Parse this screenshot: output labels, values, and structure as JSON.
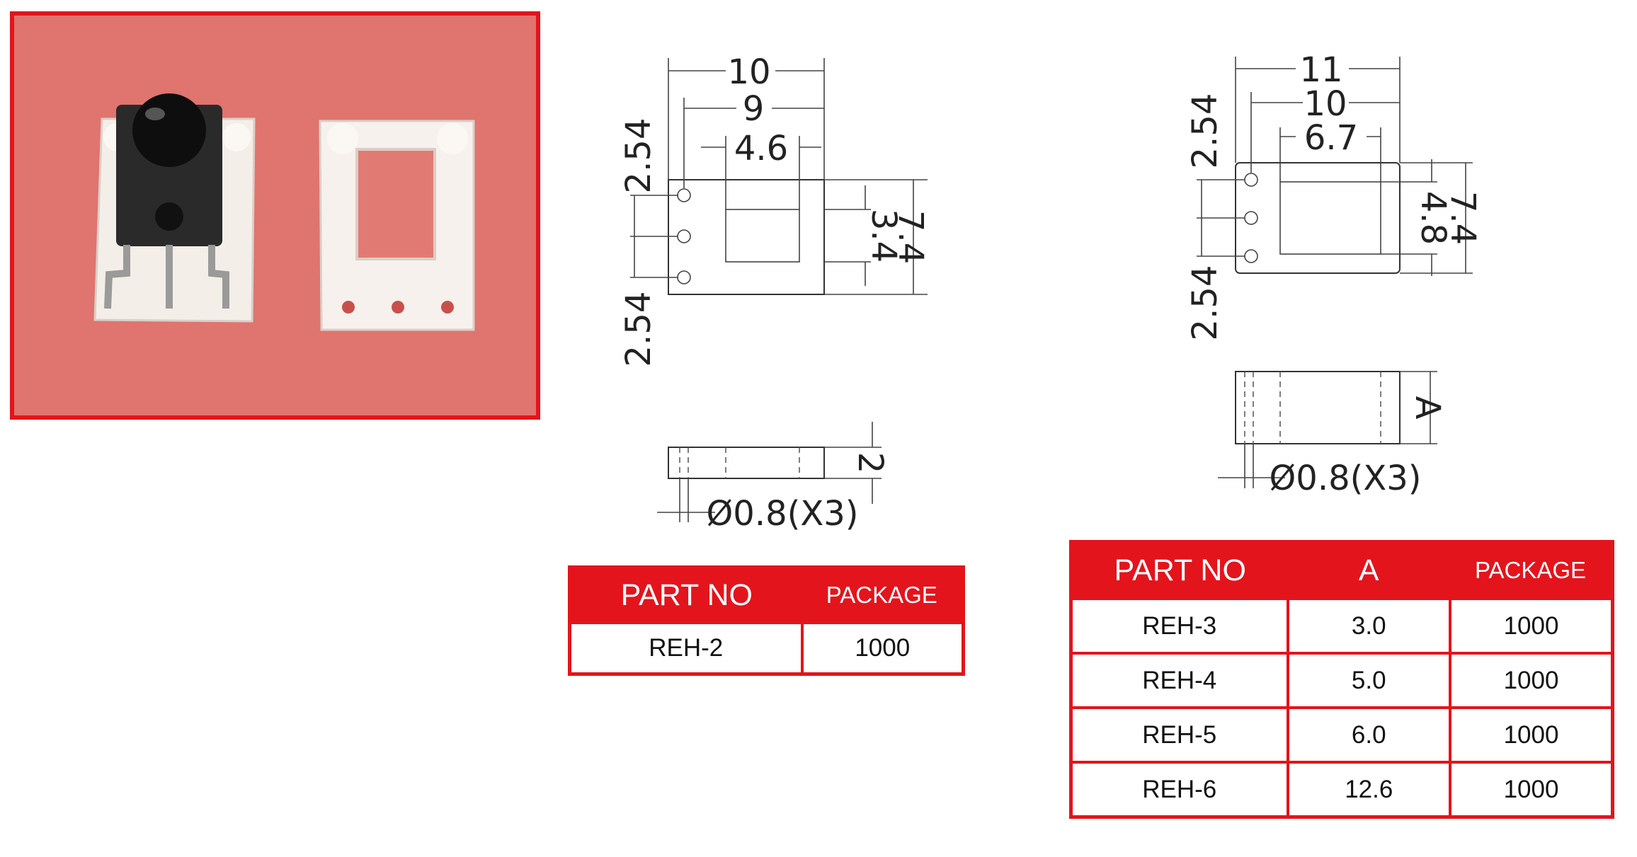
{
  "photo": {
    "border_color": "#e3141c",
    "background_color": "#e0746f",
    "description_icon": "photo-led-spacer-icon"
  },
  "drawing_left": {
    "dims_top": [
      "10",
      "9",
      "4.6"
    ],
    "dims_left": [
      "2.54",
      "2.54"
    ],
    "dims_right": [
      "3.4",
      "7.4"
    ],
    "side_height": "2",
    "hole_note": "Ø0.8(X3)"
  },
  "drawing_right": {
    "dims_top": [
      "11",
      "10",
      "6.7"
    ],
    "dims_left": [
      "2.54",
      "2.54"
    ],
    "dims_right": [
      "4.8",
      "7.4"
    ],
    "side_height": "A",
    "hole_note": "Ø0.8(X3)"
  },
  "table_left": {
    "headers": [
      "PART NO",
      "PACKAGE"
    ],
    "rows": [
      [
        "REH-2",
        "1000"
      ]
    ]
  },
  "table_right": {
    "headers": [
      "PART NO",
      "A",
      "PACKAGE"
    ],
    "rows": [
      [
        "REH-3",
        "3.0",
        "1000"
      ],
      [
        "REH-4",
        "5.0",
        "1000"
      ],
      [
        "REH-5",
        "6.0",
        "1000"
      ],
      [
        "REH-6",
        "12.6",
        "1000"
      ]
    ]
  },
  "accent_color": "#e3141c"
}
